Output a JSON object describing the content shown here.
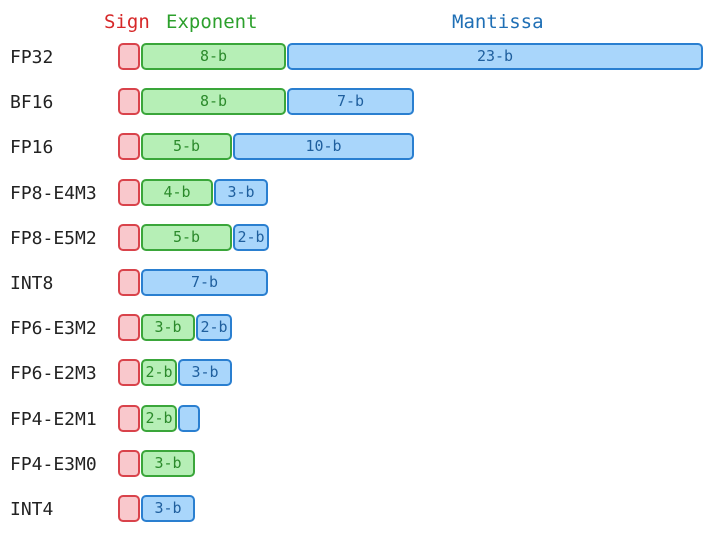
{
  "legend": {
    "sign": "Sign",
    "exponent": "Exponent",
    "mantissa": "Mantissa"
  },
  "colors": {
    "sign": "#d62728",
    "exponent": "#2ca02c",
    "mantissa": "#1f6fb5"
  },
  "formats": [
    {
      "name": "FP32",
      "sign_bits": 1,
      "exponent_bits": 8,
      "mantissa_bits": 23,
      "exponent_label": "8-b",
      "mantissa_label": "23-b"
    },
    {
      "name": "BF16",
      "sign_bits": 1,
      "exponent_bits": 8,
      "mantissa_bits": 7,
      "exponent_label": "8-b",
      "mantissa_label": "7-b"
    },
    {
      "name": "FP16",
      "sign_bits": 1,
      "exponent_bits": 5,
      "mantissa_bits": 10,
      "exponent_label": "5-b",
      "mantissa_label": "10-b"
    },
    {
      "name": "FP8-E4M3",
      "sign_bits": 1,
      "exponent_bits": 4,
      "mantissa_bits": 3,
      "exponent_label": "4-b",
      "mantissa_label": "3-b"
    },
    {
      "name": "FP8-E5M2",
      "sign_bits": 1,
      "exponent_bits": 5,
      "mantissa_bits": 2,
      "exponent_label": "5-b",
      "mantissa_label": "2-b"
    },
    {
      "name": "INT8",
      "sign_bits": 1,
      "exponent_bits": 0,
      "mantissa_bits": 7,
      "exponent_label": "",
      "mantissa_label": "7-b"
    },
    {
      "name": "FP6-E3M2",
      "sign_bits": 1,
      "exponent_bits": 3,
      "mantissa_bits": 2,
      "exponent_label": "3-b",
      "mantissa_label": "2-b"
    },
    {
      "name": "FP6-E2M3",
      "sign_bits": 1,
      "exponent_bits": 2,
      "mantissa_bits": 3,
      "exponent_label": "2-b",
      "mantissa_label": "3-b"
    },
    {
      "name": "FP4-E2M1",
      "sign_bits": 1,
      "exponent_bits": 2,
      "mantissa_bits": 1,
      "exponent_label": "2-b",
      "mantissa_label": ""
    },
    {
      "name": "FP4-E3M0",
      "sign_bits": 1,
      "exponent_bits": 3,
      "mantissa_bits": 0,
      "exponent_label": "3-b",
      "mantissa_label": ""
    },
    {
      "name": "INT4",
      "sign_bits": 1,
      "exponent_bits": 0,
      "mantissa_bits": 3,
      "exponent_label": "",
      "mantissa_label": "3-b"
    }
  ]
}
